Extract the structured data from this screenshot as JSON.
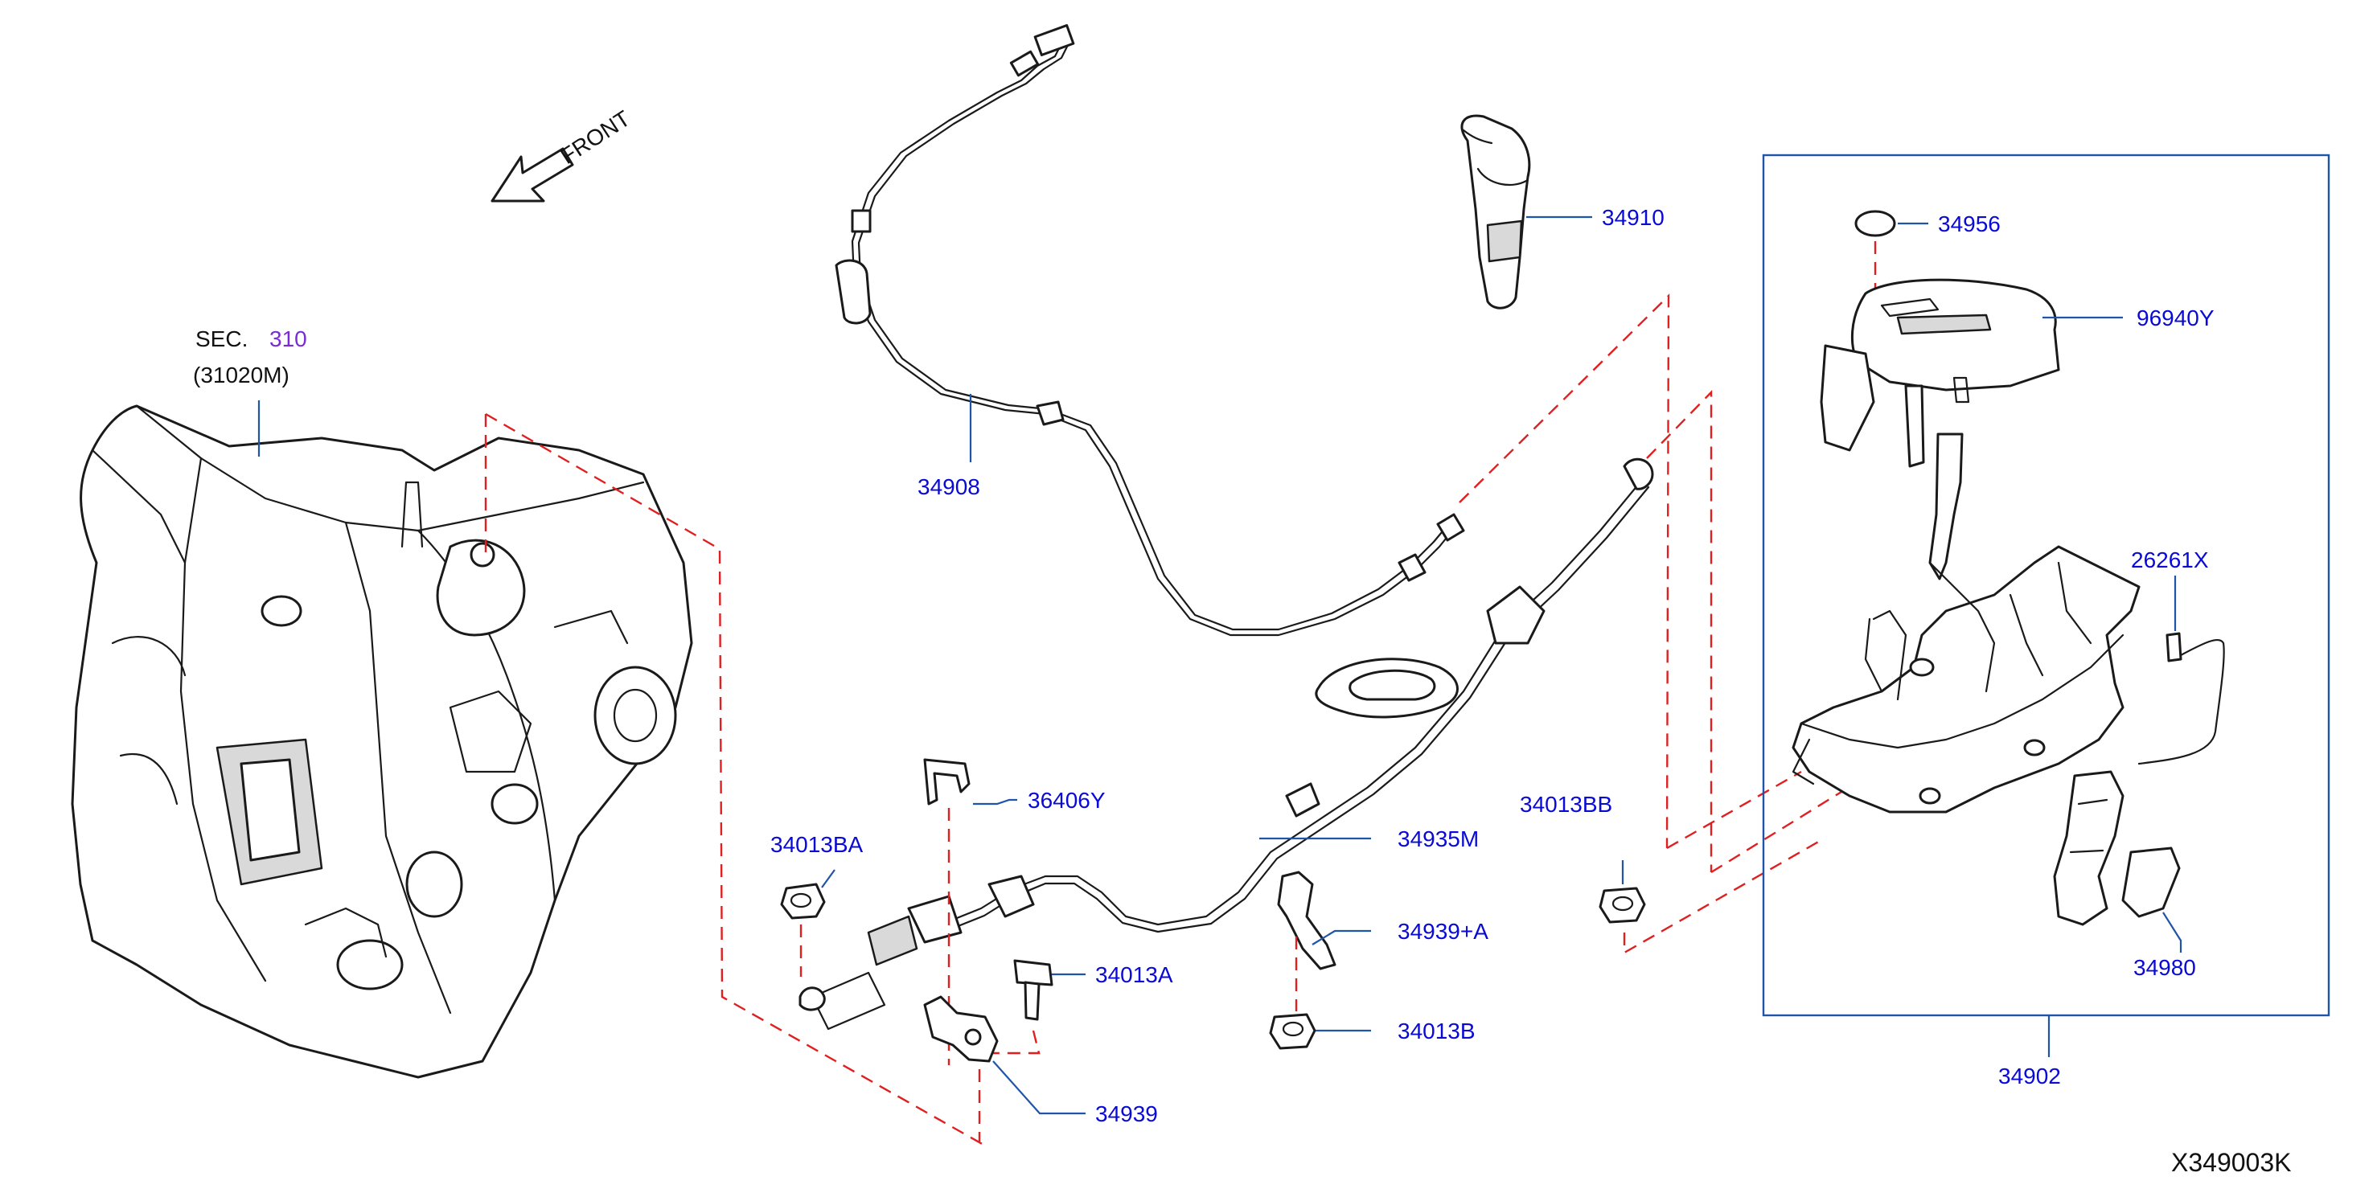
{
  "diagram": {
    "direction_label": "FRONT",
    "section_prefix": "SEC.",
    "section_number": "310",
    "section_ref": "(31020M)",
    "drawing_code": "X349003K",
    "callouts": {
      "p34908": "34908",
      "p34910": "34910",
      "p34956": "34956",
      "p96940Y": "96940Y",
      "p26261X": "26261X",
      "p34980": "34980",
      "p34902": "34902",
      "p36406Y": "36406Y",
      "p34935M": "34935M",
      "p34013BB": "34013BB",
      "p34013BA": "34013BA",
      "p34013A": "34013A",
      "p34939A": "34939+A",
      "p34013B": "34013B",
      "p34939": "34939"
    }
  }
}
